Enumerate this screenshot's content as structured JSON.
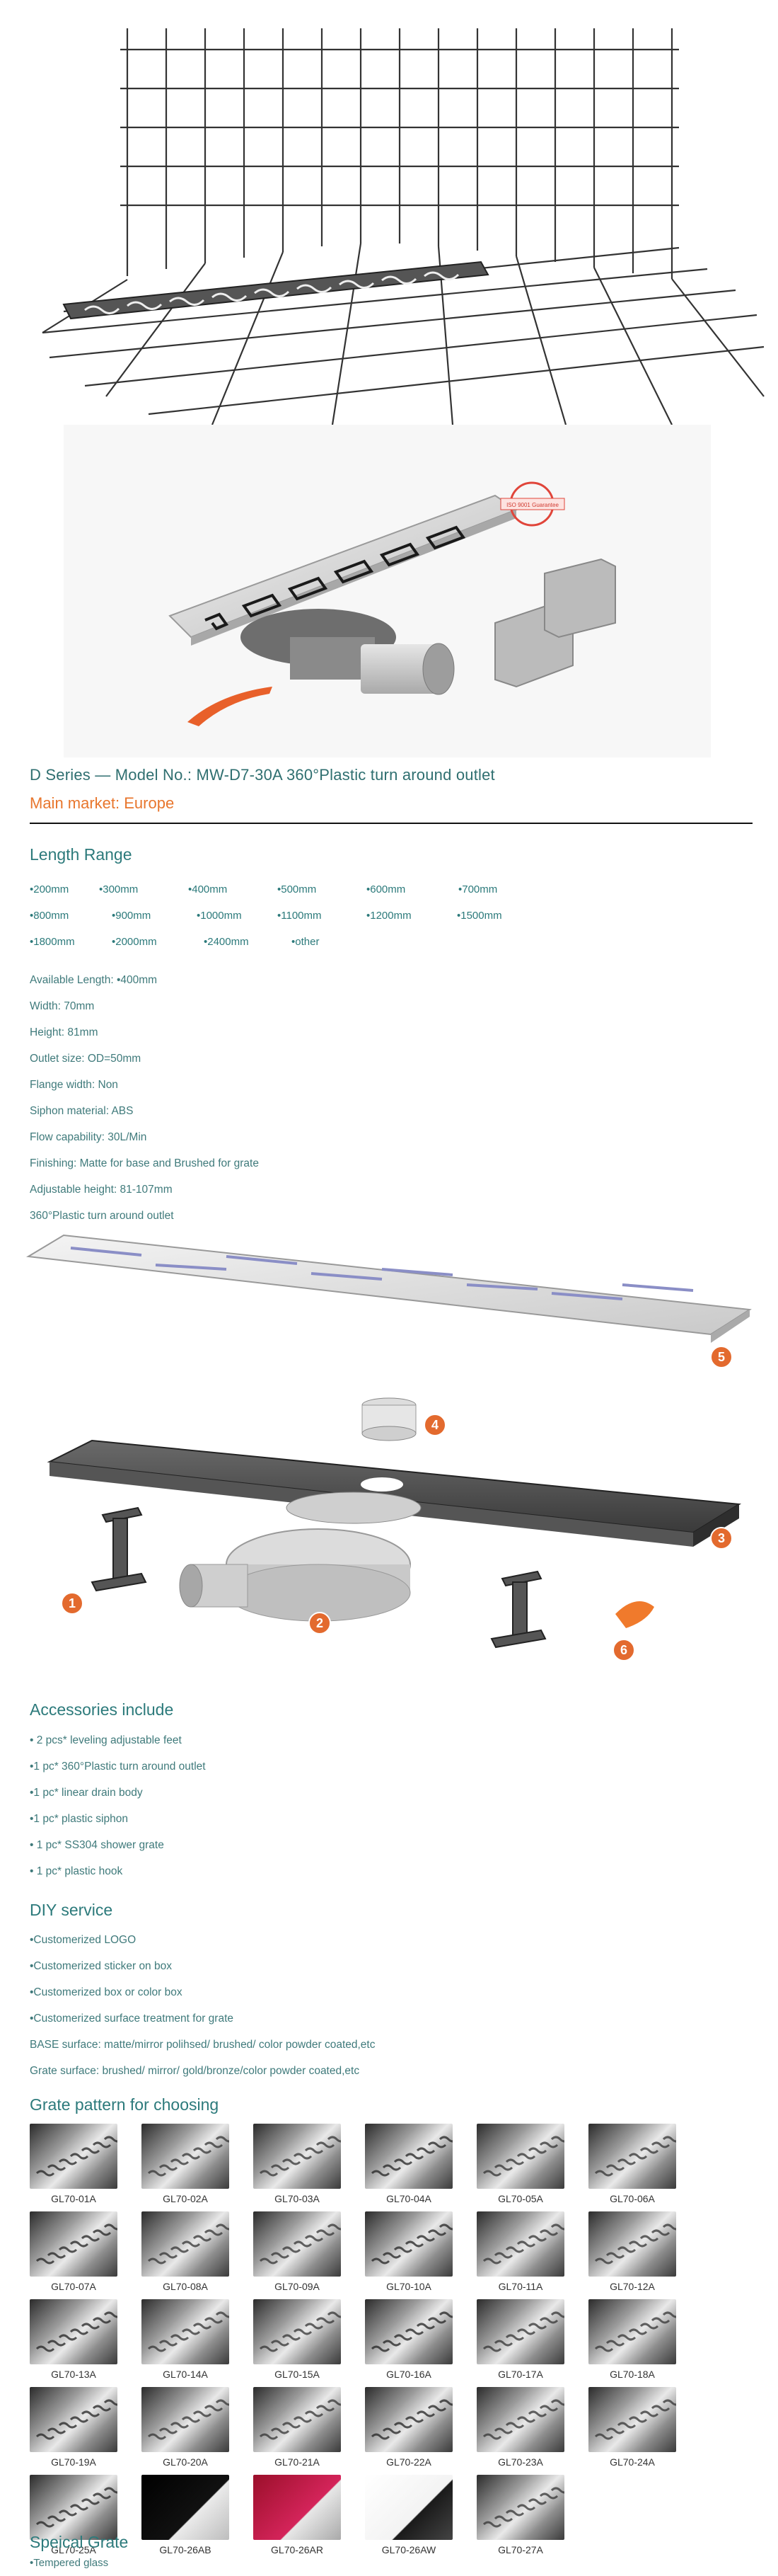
{
  "product": {
    "title": "D Series — Model No.: MW-D7-30A 360°Plastic turn around outlet",
    "market": "Main market: Europe",
    "stamp_text": "ISO 9001 Guarantee"
  },
  "length_range": {
    "heading": "Length Range",
    "rows": [
      [
        "•200mm",
        "•300mm",
        "•400mm",
        "•500mm",
        "•600mm",
        "•700mm"
      ],
      [
        "•800mm",
        "•900mm",
        "•1000mm",
        "•1100mm",
        "•1200mm",
        "•1500mm"
      ],
      [
        "•1800mm",
        "•2000mm",
        "•2400mm",
        "•other"
      ]
    ]
  },
  "specs": [
    "Available Length: •400mm",
    "Width: 70mm",
    "Height: 81mm",
    "Outlet size: OD=50mm",
    "Flange width: Non",
    "Siphon material: ABS",
    "Flow capability: 30L/Min",
    "Finishing: Matte for base and Brushed for grate",
    "Adjustable height: 81-107mm",
    "360°Plastic turn around outlet"
  ],
  "diagram_numbers": [
    "1",
    "2",
    "3",
    "4",
    "5",
    "6"
  ],
  "accessories": {
    "heading": "Accessories include",
    "items": [
      "• 2 pcs* leveling adjustable feet",
      "•1 pc* 360°Plastic turn around outlet",
      "•1 pc* linear drain body",
      "•1 pc* plastic siphon",
      "• 1 pc* SS304 shower grate",
      "• 1 pc* plastic hook"
    ]
  },
  "diy": {
    "heading": "DIY service",
    "items": [
      "•Customerized LOGO",
      "•Customerized sticker on box",
      "•Customerized box or color box",
      "•Customerized surface treatment for grate",
      "BASE surface: matte/mirror polihsed/ brushed/ color powder coated,etc",
      "Grate surface: brushed/ mirror/ gold/bronze/color powder coated,etc"
    ]
  },
  "grate": {
    "heading": "Grate pattern for choosing",
    "items": [
      "GL70-01A",
      "GL70-02A",
      "GL70-03A",
      "GL70-04A",
      "GL70-05A",
      "GL70-06A",
      "GL70-07A",
      "GL70-08A",
      "GL70-09A",
      "GL70-10A",
      "GL70-11A",
      "GL70-12A",
      "GL70-13A",
      "GL70-14A",
      "GL70-15A",
      "GL70-16A",
      "GL70-17A",
      "GL70-18A",
      "GL70-19A",
      "GL70-20A",
      "GL70-21A",
      "GL70-22A",
      "GL70-23A",
      "GL70-24A",
      "GL70-25A",
      "GL70-26AB",
      "GL70-26AR",
      "GL70-26AW",
      "GL70-27A"
    ]
  },
  "special": {
    "heading": "Speical Grate",
    "items": [
      "•Tempered glass"
    ]
  }
}
